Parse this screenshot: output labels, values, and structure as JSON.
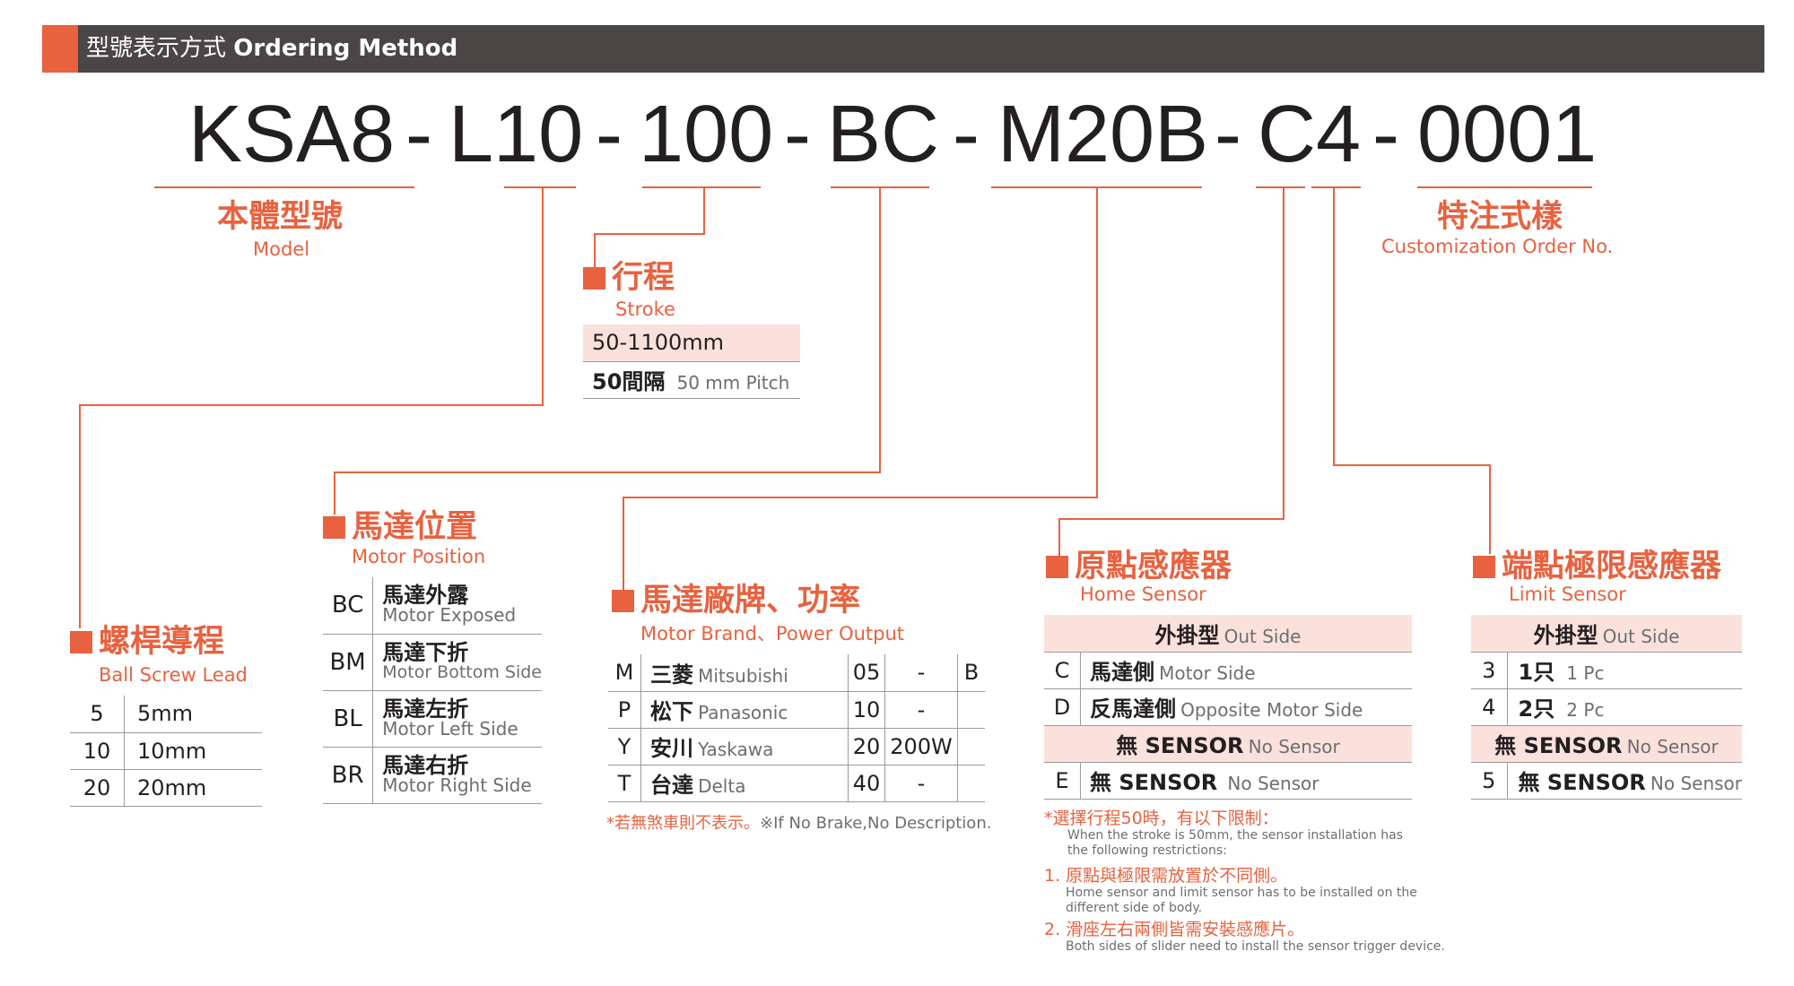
{
  "header": {
    "title_zh": "型號表示方式",
    "title_en": "Ordering Method"
  },
  "code": {
    "parts": [
      "KSA8",
      "L10",
      "100",
      "BC",
      "M20B",
      "C4",
      "0001"
    ],
    "separator": "-"
  },
  "model": {
    "zh": "本體型號",
    "en": "Model"
  },
  "custom": {
    "zh": "特注式樣",
    "en": "Customization Order No."
  },
  "stroke": {
    "zh": "行程",
    "en": "Stroke",
    "range": "50-1100mm",
    "pitch_zh": "50間隔",
    "pitch_en": "50 mm Pitch"
  },
  "lead": {
    "zh": "螺桿導程",
    "en": "Ball Screw Lead",
    "rows": [
      {
        "code": "5",
        "value": "5mm"
      },
      {
        "code": "10",
        "value": "10mm"
      },
      {
        "code": "20",
        "value": "20mm"
      }
    ]
  },
  "motor_pos": {
    "zh": "馬達位置",
    "en": "Motor Position",
    "rows": [
      {
        "code": "BC",
        "zh": "馬達外露",
        "en": "Motor Exposed"
      },
      {
        "code": "BM",
        "zh": "馬達下折",
        "en": "Motor Bottom Side"
      },
      {
        "code": "BL",
        "zh": "馬達左折",
        "en": "Motor Left Side"
      },
      {
        "code": "BR",
        "zh": "馬達右折",
        "en": "Motor Right Side"
      }
    ]
  },
  "motor_brand": {
    "zh": "馬達廠牌、功率",
    "en": "Motor Brand、Power Output",
    "brands": [
      {
        "code": "M",
        "zh": "三菱",
        "en": "Mitsubishi"
      },
      {
        "code": "P",
        "zh": "松下",
        "en": "Panasonic"
      },
      {
        "code": "Y",
        "zh": "安川",
        "en": "Yaskawa"
      },
      {
        "code": "T",
        "zh": "台達",
        "en": "Delta"
      }
    ],
    "power": [
      {
        "code": "05",
        "value": "-"
      },
      {
        "code": "10",
        "value": "-"
      },
      {
        "code": "20",
        "value": "200W"
      },
      {
        "code": "40",
        "value": "-"
      }
    ],
    "brake": "B",
    "note_zh": "*若無煞車則不表示。",
    "note_en": "※If No Brake,No Description."
  },
  "home_sensor": {
    "zh": "原點感應器",
    "en": "Home Sensor",
    "out_zh": "外掛型",
    "out_en": "Out Side",
    "rows": [
      {
        "code": "C",
        "zh": "馬達側",
        "en": "Motor Side"
      },
      {
        "code": "D",
        "zh": "反馬達側",
        "en": "Opposite Motor Side"
      }
    ],
    "none_zh": "無 SENSOR",
    "none_en": "No Sensor",
    "e_code": "E",
    "e_zh": "無 SENSOR",
    "e_en": "No Sensor"
  },
  "limit_sensor": {
    "zh": "端點極限感應器",
    "en": "Limit Sensor",
    "out_zh": "外掛型",
    "out_en": "Out Side",
    "rows": [
      {
        "code": "3",
        "zh": "1只",
        "en": "1 Pc"
      },
      {
        "code": "4",
        "zh": "2只",
        "en": "2 Pc"
      }
    ],
    "none_zh": "無 SENSOR",
    "none_en": "No Sensor",
    "five_code": "5",
    "five_zh": "無 SENSOR",
    "five_en": "No Sensor"
  },
  "notes": {
    "title_zh": "*選擇行程50時，有以下限制：",
    "title_en1": "When the stroke is 50mm, the sensor installation has",
    "title_en2": "the following restrictions:",
    "n1_zh": "1. 原點與極限需放置於不同側。",
    "n1_en1": "Home sensor and limit sensor has to be installed on the",
    "n1_en2": "different side of body.",
    "n2_zh": "2. 滑座左右兩側皆需安裝感應片。",
    "n2_en": "Both sides of slider need to install the sensor trigger device."
  },
  "colors": {
    "accent": "#e8623f",
    "header_bg": "#4a4645",
    "row_pink": "#fbe1dc"
  }
}
